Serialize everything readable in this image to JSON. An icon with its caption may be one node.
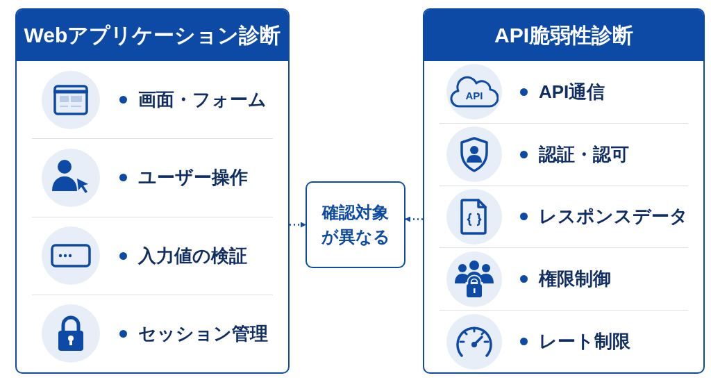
{
  "diagram": {
    "nodes": [
      {
        "text": [
          "Webアプリケーション診断"
        ]
      },
      {
        "text": [
          "画面・フォーム"
        ],
        "in": 0
      },
      {
        "text": [
          "ユーザー操作"
        ],
        "in": 0
      },
      {
        "text": [
          "入力値の検証"
        ],
        "in": 0
      },
      {
        "text": [
          "セッション管理"
        ],
        "in": 0
      },
      {
        "text": [
          "確認対象が異なる"
        ]
      },
      {
        "text": [
          "API脆弱性診断"
        ]
      },
      {
        "text": [
          "API通信"
        ],
        "in": 6
      },
      {
        "text": [
          "認証・認可"
        ],
        "in": 6
      },
      {
        "text": [
          "レスポンスデータ"
        ],
        "in": 6
      },
      {
        "text": [
          "権限制御"
        ],
        "in": 6
      },
      {
        "text": [
          "レート制限"
        ],
        "in": 6
      }
    ],
    "edges": [
      {
        "from": 0,
        "to": 5,
        "arrow": "to",
        "style": "dashed"
      },
      {
        "from": 6,
        "to": 5,
        "arrow": "to",
        "style": "dashed"
      }
    ],
    "labels": [
      "API"
    ]
  }
}
